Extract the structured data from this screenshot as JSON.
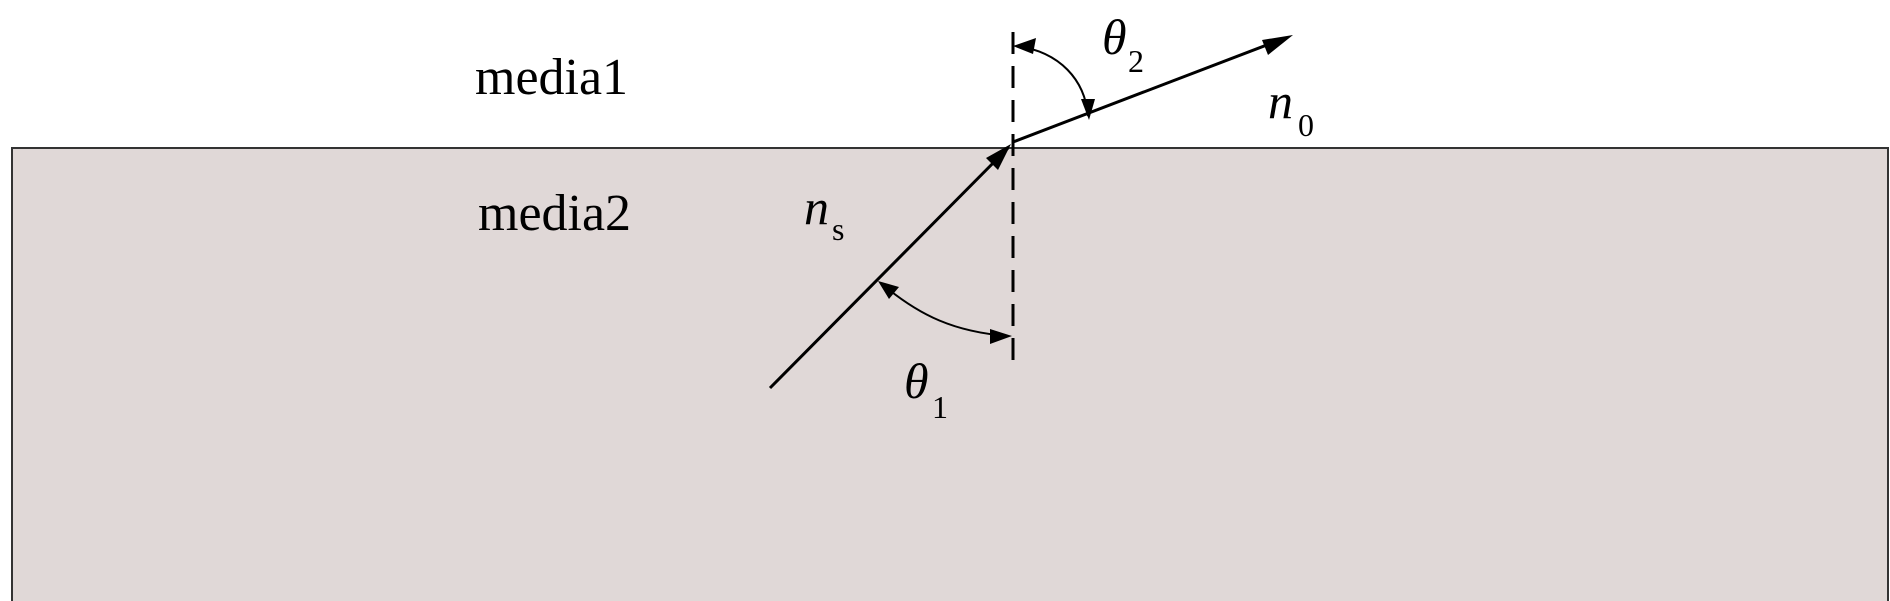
{
  "colors": {
    "medium2_fill": "#e0d8d7",
    "line": "#000000",
    "border": "#333333"
  },
  "media": {
    "top_label": "media1",
    "bottom_label": "media2"
  },
  "symbols": {
    "theta2": {
      "main": "θ",
      "sub": "2"
    },
    "theta1": {
      "main": "θ",
      "sub": "1"
    },
    "n0": {
      "main": "n",
      "sub": "0"
    },
    "ns": {
      "main": "n",
      "sub": "s"
    }
  }
}
